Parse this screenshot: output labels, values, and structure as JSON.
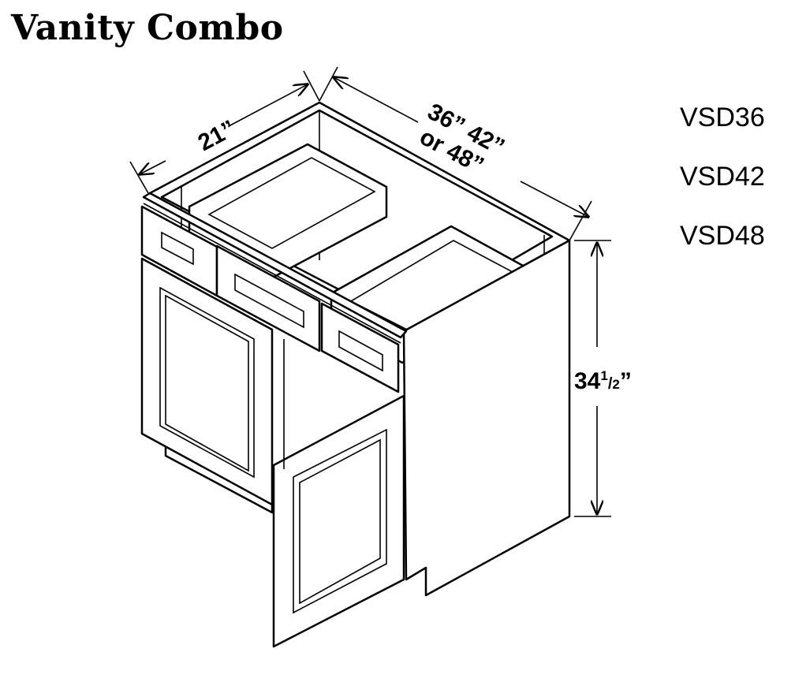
{
  "title": "Vanity Combo",
  "models": [
    "VSD36",
    "VSD42",
    "VSD48"
  ],
  "dimensions": {
    "depth": "21”",
    "width_line1": "36” 42”",
    "width_line2": "or 48”",
    "height_whole": "34",
    "height_fraction_num": "1",
    "height_fraction_den": "2",
    "height_suffix": "”"
  }
}
